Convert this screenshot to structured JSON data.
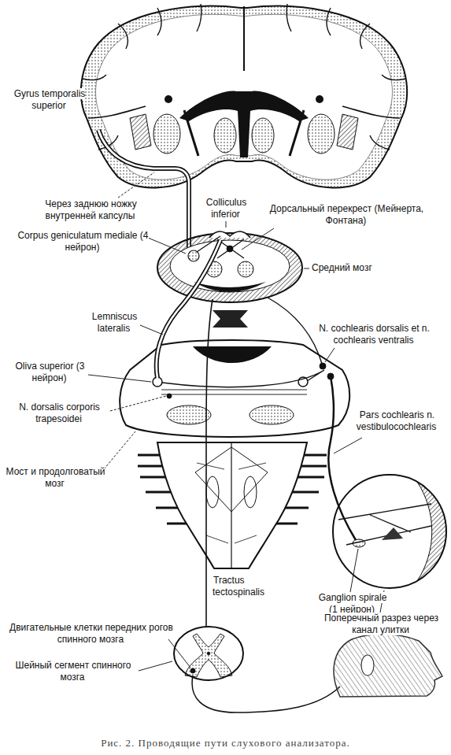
{
  "diagram": {
    "caption": "Рис. 2. Проводящие пути слухового анализатора.",
    "labels": [
      "Gyrus temporalis superior",
      "Через заднюю ножку внутренней капсулы",
      "Colliculus inferior",
      "Дорсальный перекрест (Мейнерта, Фонтана)",
      "Corpus geniculatum mediale (4 нейрон)",
      "Средний мозг",
      "Lemniscus lateralis",
      "N. cochlearis dorsalis et n. cochlearis ventralis",
      "Oliva superior (3 нейрон)",
      "N. dorsalis corporis trapesoidei",
      "Pars cochlearis n. vestibulocochlearis",
      "Мост и продолговатый мозг",
      "Ganglion spirale (1 нейрон)",
      "Tractus tectospinalis",
      "Поперечный разрез через канал улитки",
      "Двигательные клетки передних рогов спинного мозга",
      "Шейный сегмент спинного мозга"
    ]
  }
}
